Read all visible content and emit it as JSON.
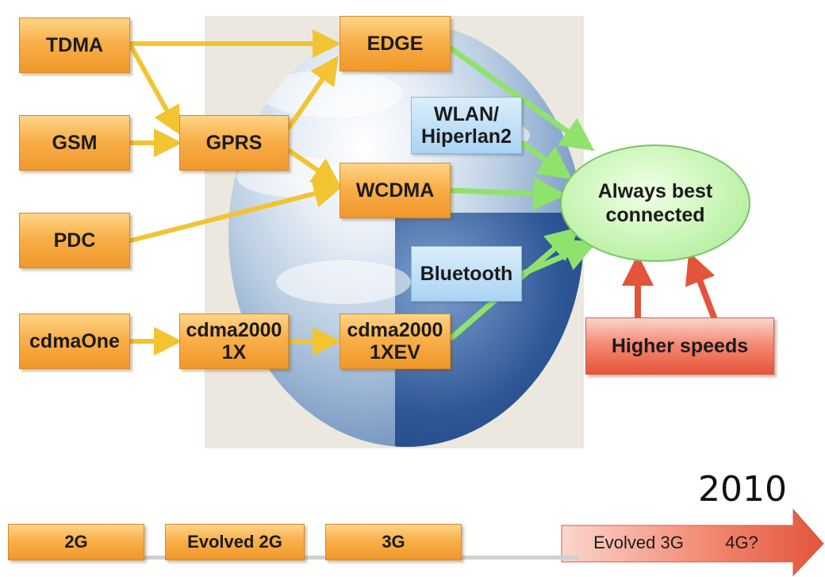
{
  "nodes": {
    "tdma": "TDMA",
    "gsm": "GSM",
    "pdc": "PDC",
    "cdmaone": "cdmaOne",
    "gprs": "GPRS",
    "edge": "EDGE",
    "wcdma": "WCDMA",
    "cdma2000_1x": "cdma2000\n1X",
    "cdma2000_1xev": "cdma2000\n1XEV",
    "wlan": "WLAN/\nHiperlan2",
    "bluetooth": "Bluetooth",
    "always_best": "Always best\nconnected",
    "higher_speeds": "Higher speeds"
  },
  "timeline": {
    "year": "2010",
    "stages": [
      "2G",
      "Evolved 2G",
      "3G"
    ],
    "final_stage": "Evolved 3G",
    "final_stage_extra": "4G?"
  },
  "colors": {
    "orange_box": "#f9b04b",
    "yellow_arrow": "#f2c431",
    "green_arrow": "#8fe36c",
    "red_arrow": "#e2553b",
    "blue_box": "#a9d3f3",
    "ellipse": "#c8f5b4"
  }
}
